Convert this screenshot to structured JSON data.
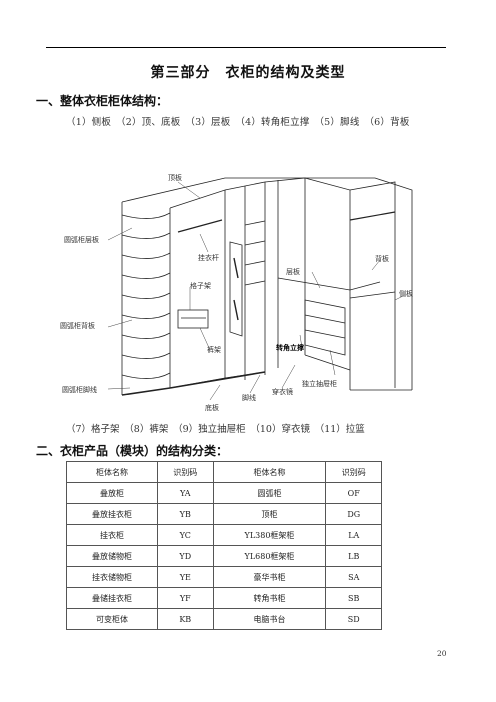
{
  "page": {
    "title": "第三部分　衣柜的结构及类型",
    "section1": "一、整体衣柜柜体结构：",
    "parts_line1": "（1）侧板　（2）顶、底板　（3）层板　（4）转角柜立撑　（5）脚线　（6）背板",
    "parts_line2": "（7）格子架　（8）裤架　（9）独立抽屉柜　（10）穿衣镜　（11）拉篮",
    "section2": "二、衣柜产品（模块）的结构分类：",
    "page_number": "20"
  },
  "diagram": {
    "labels": {
      "top_board": "顶板",
      "arc_shelf": "圆弧柜层板",
      "hanging_rod": "挂衣杆",
      "grid_rack": "格子架",
      "arc_back": "圆弧柜背板",
      "pants_rack": "裤架",
      "arc_baseline": "圆弧柜脚线",
      "bottom_board": "底板",
      "baseline": "脚线",
      "mirror": "穿衣镜",
      "shelf": "层板",
      "corner_post": "转角立撑",
      "drawer_cabinet": "独立抽屉柜",
      "back_board": "背板",
      "side_board": "侧板"
    }
  },
  "table": {
    "headers": [
      "柜体名称",
      "识别码",
      "柜体名称",
      "识别码"
    ],
    "rows": [
      [
        "叠放柜",
        "YA",
        "圆弧柜",
        "OF"
      ],
      [
        "叠放挂衣柜",
        "YB",
        "顶柜",
        "DG"
      ],
      [
        "挂衣柜",
        "YC",
        "YL380框架柜",
        "LA"
      ],
      [
        "叠放储物柜",
        "YD",
        "YL680框架柜",
        "LB"
      ],
      [
        "挂衣储物柜",
        "YE",
        "豪华书柜",
        "SA"
      ],
      [
        "叠储挂衣柜",
        "YF",
        "转角书柜",
        "SB"
      ],
      [
        "可变柜体",
        "KB",
        "电脑书台",
        "SD"
      ]
    ]
  }
}
